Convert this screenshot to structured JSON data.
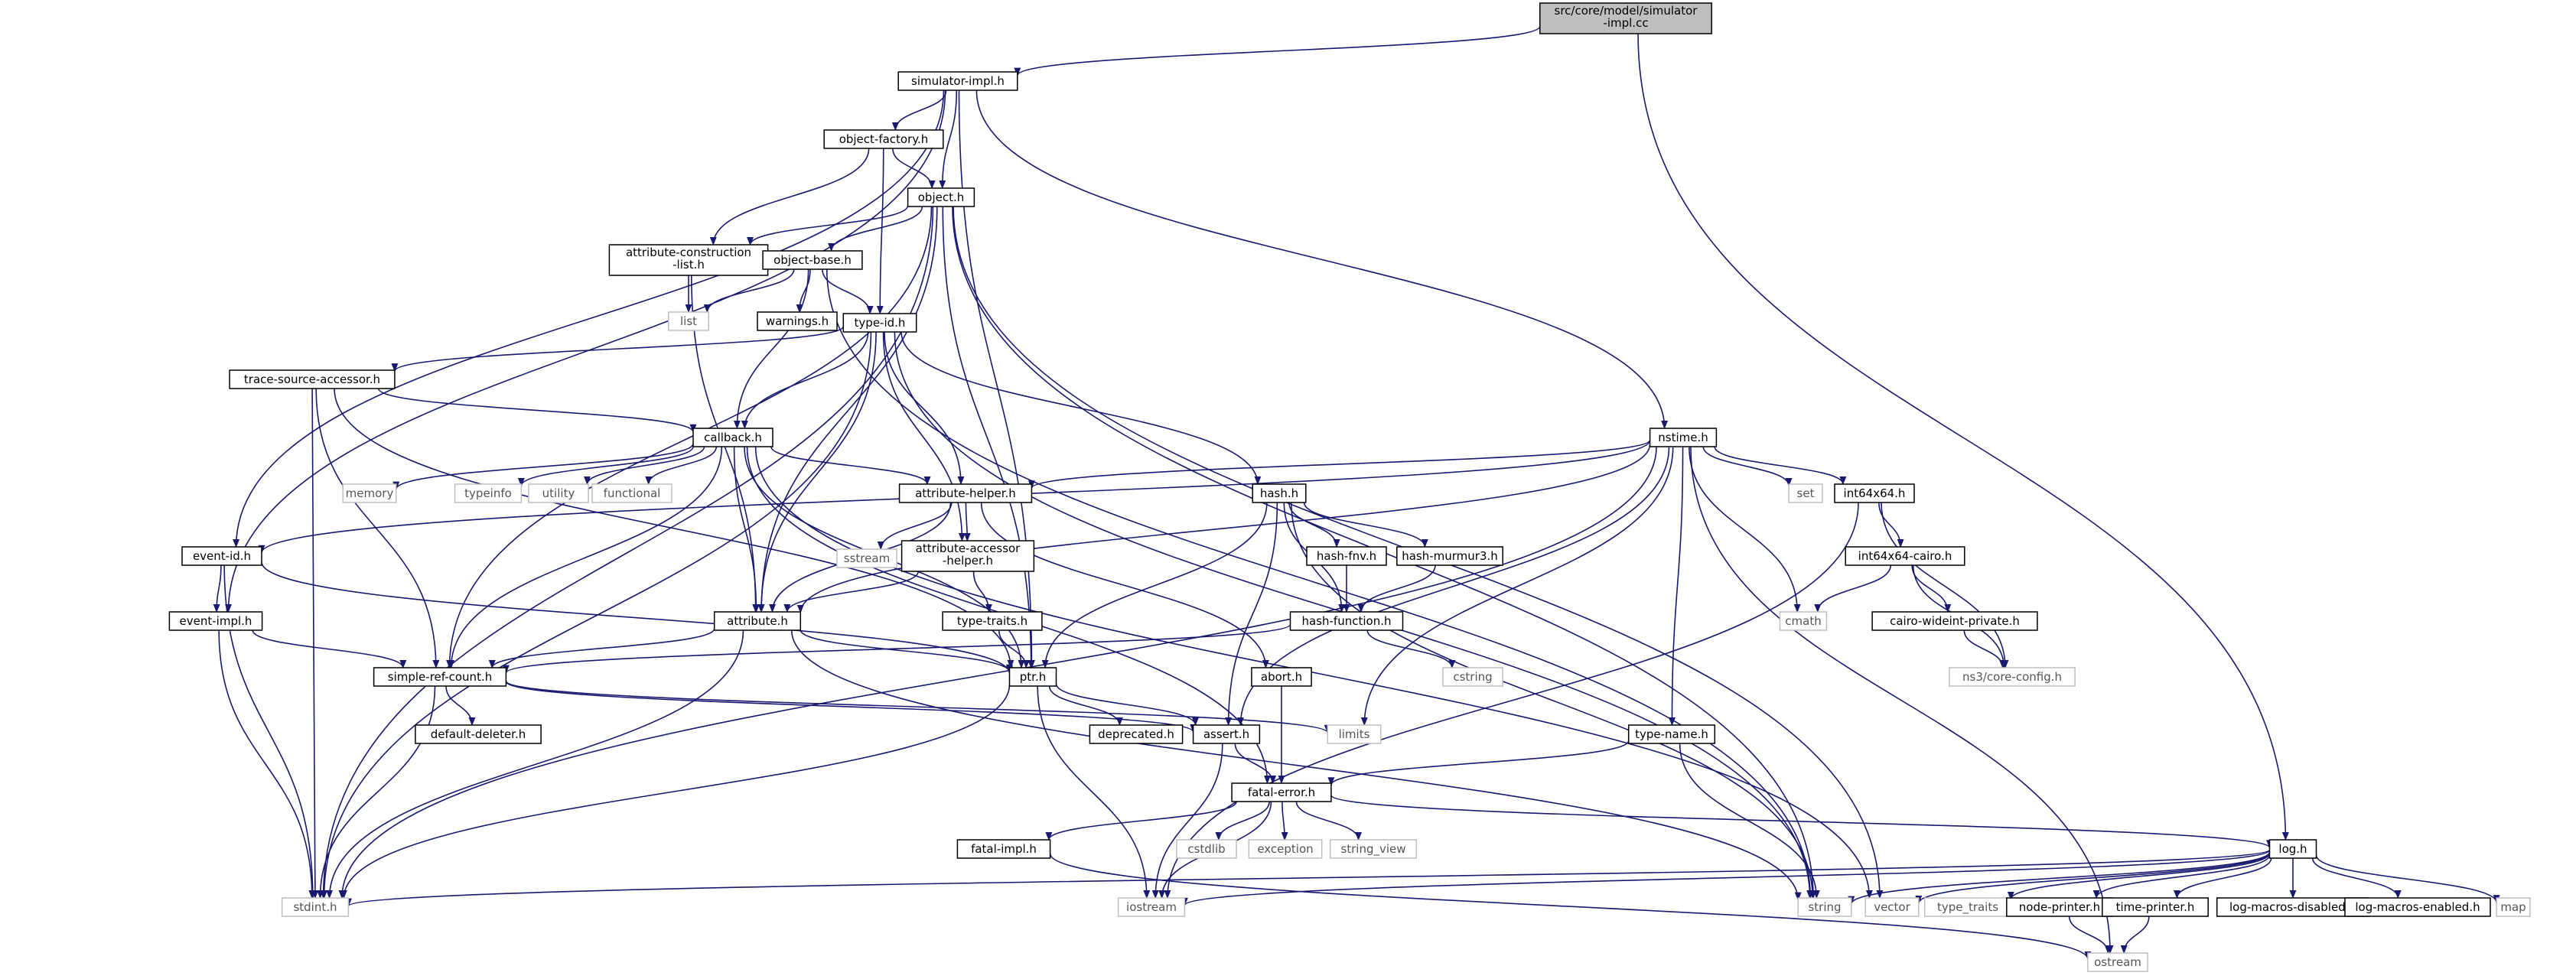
{
  "diagram": {
    "colors": {
      "edge": "#191970",
      "node_border": "#000000",
      "system_border": "#bfbfbf",
      "root_fill": "#bfbfbf",
      "text": "#000000",
      "system_text": "#555555"
    },
    "nodes": [
      {
        "id": "root",
        "lines": [
          "src/core/model/simulator",
          "-impl.cc"
        ],
        "kind": "root"
      },
      {
        "id": "simimpl",
        "lines": [
          "simulator-impl.h"
        ],
        "kind": "local"
      },
      {
        "id": "objfactory",
        "lines": [
          "object-factory.h"
        ],
        "kind": "local"
      },
      {
        "id": "object",
        "lines": [
          "object.h"
        ],
        "kind": "local"
      },
      {
        "id": "attrconst",
        "lines": [
          "attribute-construction",
          "-list.h"
        ],
        "kind": "local"
      },
      {
        "id": "objbase",
        "lines": [
          "object-base.h"
        ],
        "kind": "local"
      },
      {
        "id": "list",
        "lines": [
          "list"
        ],
        "kind": "system"
      },
      {
        "id": "warnings",
        "lines": [
          "warnings.h"
        ],
        "kind": "local"
      },
      {
        "id": "typeid",
        "lines": [
          "type-id.h"
        ],
        "kind": "local"
      },
      {
        "id": "tsa",
        "lines": [
          "trace-source-accessor.h"
        ],
        "kind": "local"
      },
      {
        "id": "callback",
        "lines": [
          "callback.h"
        ],
        "kind": "local"
      },
      {
        "id": "memory",
        "lines": [
          "memory"
        ],
        "kind": "system"
      },
      {
        "id": "typeinfo",
        "lines": [
          "typeinfo"
        ],
        "kind": "system"
      },
      {
        "id": "utility",
        "lines": [
          "utility"
        ],
        "kind": "system"
      },
      {
        "id": "functional",
        "lines": [
          "functional"
        ],
        "kind": "system"
      },
      {
        "id": "attrhelper",
        "lines": [
          "attribute-helper.h"
        ],
        "kind": "local"
      },
      {
        "id": "sstream",
        "lines": [
          "sstream"
        ],
        "kind": "system"
      },
      {
        "id": "attracc",
        "lines": [
          "attribute-accessor",
          "-helper.h"
        ],
        "kind": "local"
      },
      {
        "id": "typetraits",
        "lines": [
          "type-traits.h"
        ],
        "kind": "local"
      },
      {
        "id": "hash",
        "lines": [
          "hash.h"
        ],
        "kind": "local"
      },
      {
        "id": "hashfnv",
        "lines": [
          "hash-fnv.h"
        ],
        "kind": "local"
      },
      {
        "id": "hashmurmur",
        "lines": [
          "hash-murmur3.h"
        ],
        "kind": "local"
      },
      {
        "id": "hashfunc",
        "lines": [
          "hash-function.h"
        ],
        "kind": "local"
      },
      {
        "id": "cstring",
        "lines": [
          "cstring"
        ],
        "kind": "system"
      },
      {
        "id": "nstime",
        "lines": [
          "nstime.h"
        ],
        "kind": "local"
      },
      {
        "id": "set",
        "lines": [
          "set"
        ],
        "kind": "system"
      },
      {
        "id": "int64",
        "lines": [
          "int64x64.h"
        ],
        "kind": "local"
      },
      {
        "id": "int64cairo",
        "lines": [
          "int64x64-cairo.h"
        ],
        "kind": "local"
      },
      {
        "id": "cmath",
        "lines": [
          "cmath"
        ],
        "kind": "system"
      },
      {
        "id": "cairowide",
        "lines": [
          "cairo-wideint-private.h"
        ],
        "kind": "local"
      },
      {
        "id": "coreconfig",
        "lines": [
          "ns3/core-config.h"
        ],
        "kind": "system"
      },
      {
        "id": "eventid",
        "lines": [
          "event-id.h"
        ],
        "kind": "local"
      },
      {
        "id": "eventimpl",
        "lines": [
          "event-impl.h"
        ],
        "kind": "local"
      },
      {
        "id": "attribute",
        "lines": [
          "attribute.h"
        ],
        "kind": "local"
      },
      {
        "id": "simplerc",
        "lines": [
          "simple-ref-count.h"
        ],
        "kind": "local"
      },
      {
        "id": "defdel",
        "lines": [
          "default-deleter.h"
        ],
        "kind": "local"
      },
      {
        "id": "ptr",
        "lines": [
          "ptr.h"
        ],
        "kind": "local"
      },
      {
        "id": "abort",
        "lines": [
          "abort.h"
        ],
        "kind": "local"
      },
      {
        "id": "deprecated",
        "lines": [
          "deprecated.h"
        ],
        "kind": "local"
      },
      {
        "id": "assert",
        "lines": [
          "assert.h"
        ],
        "kind": "local"
      },
      {
        "id": "limits",
        "lines": [
          "limits"
        ],
        "kind": "system"
      },
      {
        "id": "typename",
        "lines": [
          "type-name.h"
        ],
        "kind": "local"
      },
      {
        "id": "fatalerror",
        "lines": [
          "fatal-error.h"
        ],
        "kind": "local"
      },
      {
        "id": "fatalimpl",
        "lines": [
          "fatal-impl.h"
        ],
        "kind": "local"
      },
      {
        "id": "cstdlib",
        "lines": [
          "cstdlib"
        ],
        "kind": "system"
      },
      {
        "id": "exception",
        "lines": [
          "exception"
        ],
        "kind": "system"
      },
      {
        "id": "stringview",
        "lines": [
          "string_view"
        ],
        "kind": "system"
      },
      {
        "id": "log",
        "lines": [
          "log.h"
        ],
        "kind": "local"
      },
      {
        "id": "stdint",
        "lines": [
          "stdint.h"
        ],
        "kind": "system"
      },
      {
        "id": "iostream",
        "lines": [
          "iostream"
        ],
        "kind": "system"
      },
      {
        "id": "string",
        "lines": [
          "string"
        ],
        "kind": "system"
      },
      {
        "id": "vector",
        "lines": [
          "vector"
        ],
        "kind": "system"
      },
      {
        "id": "typetraitsstd",
        "lines": [
          "type_traits"
        ],
        "kind": "system"
      },
      {
        "id": "nodeprinter",
        "lines": [
          "node-printer.h"
        ],
        "kind": "local"
      },
      {
        "id": "timeprinter",
        "lines": [
          "time-printer.h"
        ],
        "kind": "local"
      },
      {
        "id": "logdis",
        "lines": [
          "log-macros-disabled.h"
        ],
        "kind": "local"
      },
      {
        "id": "logen",
        "lines": [
          "log-macros-enabled.h"
        ],
        "kind": "local"
      },
      {
        "id": "map",
        "lines": [
          "map"
        ],
        "kind": "system"
      },
      {
        "id": "ostream",
        "lines": [
          "ostream"
        ],
        "kind": "system"
      }
    ],
    "edges": [
      [
        "root",
        "simimpl"
      ],
      [
        "root",
        "log"
      ],
      [
        "simimpl",
        "objfactory"
      ],
      [
        "simimpl",
        "object"
      ],
      [
        "simimpl",
        "ptr"
      ],
      [
        "simimpl",
        "nstime"
      ],
      [
        "simimpl",
        "eventid"
      ],
      [
        "simimpl",
        "eventimpl"
      ],
      [
        "objfactory",
        "attrconst"
      ],
      [
        "objfactory",
        "object"
      ],
      [
        "objfactory",
        "typeid"
      ],
      [
        "object",
        "attrconst"
      ],
      [
        "object",
        "objbase"
      ],
      [
        "object",
        "attribute"
      ],
      [
        "object",
        "ptr"
      ],
      [
        "object",
        "simplerc"
      ],
      [
        "object",
        "stdint"
      ],
      [
        "object",
        "string"
      ],
      [
        "object",
        "vector"
      ],
      [
        "attrconst",
        "list"
      ],
      [
        "attrconst",
        "attribute"
      ],
      [
        "objbase",
        "list"
      ],
      [
        "objbase",
        "warnings"
      ],
      [
        "objbase",
        "typeid"
      ],
      [
        "objbase",
        "callback"
      ],
      [
        "objbase",
        "string"
      ],
      [
        "typeid",
        "tsa"
      ],
      [
        "typeid",
        "callback"
      ],
      [
        "typeid",
        "attrhelper"
      ],
      [
        "typeid",
        "attracc"
      ],
      [
        "typeid",
        "attribute"
      ],
      [
        "typeid",
        "hash"
      ],
      [
        "typeid",
        "stdint"
      ],
      [
        "typeid",
        "string"
      ],
      [
        "tsa",
        "callback"
      ],
      [
        "tsa",
        "ptr"
      ],
      [
        "tsa",
        "simplerc"
      ],
      [
        "tsa",
        "stdint"
      ],
      [
        "callback",
        "memory"
      ],
      [
        "callback",
        "typeinfo"
      ],
      [
        "callback",
        "utility"
      ],
      [
        "callback",
        "functional"
      ],
      [
        "callback",
        "attrhelper"
      ],
      [
        "callback",
        "attribute"
      ],
      [
        "callback",
        "ptr"
      ],
      [
        "callback",
        "simplerc"
      ],
      [
        "callback",
        "fatalerror"
      ],
      [
        "callback",
        "vector"
      ],
      [
        "attrhelper",
        "sstream"
      ],
      [
        "attrhelper",
        "attracc"
      ],
      [
        "attrhelper",
        "attribute"
      ],
      [
        "attrhelper",
        "abort"
      ],
      [
        "attracc",
        "attribute"
      ],
      [
        "attracc",
        "typetraits"
      ],
      [
        "typetraits",
        "ptr"
      ],
      [
        "hash",
        "hashfnv"
      ],
      [
        "hash",
        "hashmurmur"
      ],
      [
        "hash",
        "hashfunc"
      ],
      [
        "hash",
        "assert"
      ],
      [
        "hash",
        "ptr"
      ],
      [
        "hash",
        "string"
      ],
      [
        "hashfnv",
        "hashfunc"
      ],
      [
        "hashmurmur",
        "hashfunc"
      ],
      [
        "hashfunc",
        "cstring"
      ],
      [
        "hashfunc",
        "simplerc"
      ],
      [
        "nstime",
        "set"
      ],
      [
        "nstime",
        "int64"
      ],
      [
        "nstime",
        "cmath"
      ],
      [
        "nstime",
        "attrhelper"
      ],
      [
        "nstime",
        "attribute"
      ],
      [
        "nstime",
        "eventid"
      ],
      [
        "nstime",
        "assert"
      ],
      [
        "nstime",
        "limits"
      ],
      [
        "nstime",
        "typename"
      ],
      [
        "nstime",
        "ostream"
      ],
      [
        "nstime",
        "stdint"
      ],
      [
        "int64",
        "int64cairo"
      ],
      [
        "int64",
        "coreconfig"
      ],
      [
        "int64",
        "iostream"
      ],
      [
        "int64cairo",
        "cmath"
      ],
      [
        "int64cairo",
        "cairowide"
      ],
      [
        "int64cairo",
        "coreconfig"
      ],
      [
        "cairowide",
        "coreconfig"
      ],
      [
        "eventid",
        "eventimpl"
      ],
      [
        "eventid",
        "ptr"
      ],
      [
        "eventid",
        "stdint"
      ],
      [
        "eventimpl",
        "simplerc"
      ],
      [
        "eventimpl",
        "stdint"
      ],
      [
        "attribute",
        "ptr"
      ],
      [
        "attribute",
        "simplerc"
      ],
      [
        "attribute",
        "stdint"
      ],
      [
        "attribute",
        "string"
      ],
      [
        "simplerc",
        "defdel"
      ],
      [
        "simplerc",
        "assert"
      ],
      [
        "simplerc",
        "limits"
      ],
      [
        "simplerc",
        "stdint"
      ],
      [
        "ptr",
        "deprecated"
      ],
      [
        "ptr",
        "assert"
      ],
      [
        "ptr",
        "iostream"
      ],
      [
        "ptr",
        "stdint"
      ],
      [
        "abort",
        "fatalerror"
      ],
      [
        "assert",
        "fatalerror"
      ],
      [
        "assert",
        "iostream"
      ],
      [
        "typename",
        "fatalerror"
      ],
      [
        "typename",
        "string"
      ],
      [
        "fatalerror",
        "fatalimpl"
      ],
      [
        "fatalerror",
        "log"
      ],
      [
        "fatalerror",
        "cstdlib"
      ],
      [
        "fatalerror",
        "exception"
      ],
      [
        "fatalerror",
        "stringview"
      ],
      [
        "fatalerror",
        "iostream"
      ],
      [
        "fatalimpl",
        "ostream"
      ],
      [
        "log",
        "stdint"
      ],
      [
        "log",
        "iostream"
      ],
      [
        "log",
        "string"
      ],
      [
        "log",
        "vector"
      ],
      [
        "log",
        "typetraitsstd"
      ],
      [
        "log",
        "nodeprinter"
      ],
      [
        "log",
        "timeprinter"
      ],
      [
        "log",
        "logdis"
      ],
      [
        "log",
        "logen"
      ],
      [
        "log",
        "map"
      ],
      [
        "nodeprinter",
        "ostream"
      ],
      [
        "timeprinter",
        "ostream"
      ]
    ]
  }
}
